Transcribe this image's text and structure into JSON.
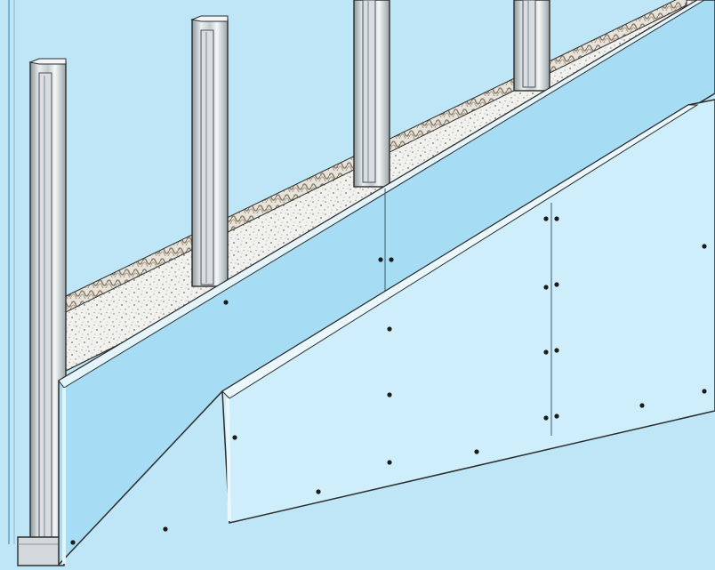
{
  "diagram": {
    "subject": "drywall-partition-cutaway",
    "elements": [
      {
        "name": "background-wall-panel"
      },
      {
        "name": "steel-stud-1"
      },
      {
        "name": "steel-stud-2"
      },
      {
        "name": "steel-stud-3"
      },
      {
        "name": "steel-stud-4"
      },
      {
        "name": "floor-track"
      },
      {
        "name": "mineral-wool-insulation"
      },
      {
        "name": "first-layer-gypsum-board"
      },
      {
        "name": "second-layer-gypsum-board"
      },
      {
        "name": "board-joint-line"
      },
      {
        "name": "screw-fixings"
      }
    ],
    "colors": {
      "background_wall": "#bfe6f6",
      "first_layer_board": "#a6dcf4",
      "second_layer_board": "#cdeefa",
      "board_edge": "#7ab2cc",
      "stud_light": "#e9eef0",
      "stud_mid": "#c4cbce",
      "stud_dark": "#8e979b",
      "insulation": "#f1f1ee",
      "insulation_speckle": "#7a7a78",
      "insulation_top": "#9a8f80",
      "outline": "#2c2c2c",
      "screw": "#1c1c1c"
    }
  }
}
